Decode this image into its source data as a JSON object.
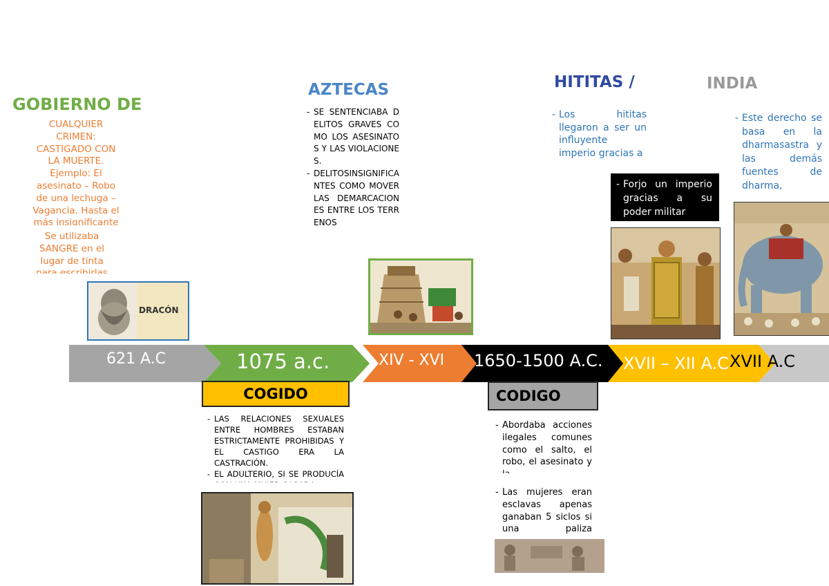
{
  "colors": {
    "green": "#70ad47",
    "orange_text": "#ed7d31",
    "blue": "#2e75b6",
    "indigo": "#2f4a9e",
    "gray_heading": "#9a9a9a",
    "yellow": "#ffc000",
    "gray_band": "#a5a5a5",
    "black": "#000000"
  },
  "timeline": [
    {
      "id": "1",
      "label": "621 A.C",
      "color": "#a5a5a5",
      "text_color": "#ffffff"
    },
    {
      "id": "2",
      "label": "1075 a.c.",
      "color": "#70ad47",
      "text_color": "#ffffff"
    },
    {
      "id": "3",
      "label": "XIV - XVI",
      "color": "#ed7d31",
      "text_color": "#ffffff"
    },
    {
      "id": "4",
      "label": "1650-1500 A.C.",
      "color": "#000000",
      "text_color": "#ffffff"
    },
    {
      "id": "5",
      "label": "XVII – XII A.C",
      "color": "#ffc000",
      "text_color": "#ffffff"
    },
    {
      "id": "6",
      "label": "XVII A.C",
      "color": "#c8c8c8",
      "text_color": "#000000"
    }
  ],
  "draco": {
    "title": "GOBIERNO DE",
    "text1": "CUALQUIER CRIMEN: CASTIGADO CON LA MUERTE. Ejemplo: El asesinato – Robo de una lechuga – Vagancia. Hasta el más insignificante",
    "text2": "Se utilizaba SANGRE en el lugar de tinta para escribirlas",
    "image_label": "DRACÓN",
    "image_icon": "draco-bust-image"
  },
  "hammurabi": {
    "label": "COGIDO",
    "bullets": [
      "LAS RELACIONES SEXUALES ENTRE HOMBRES ESTABAN ESTRICTAMENTE PROHIBIDAS Y EL CASTIGO ERA LA CASTRACIÓN.",
      "EL ADULTERIO, SI SE PRODUCÍA CON UNA MUJER CASADA"
    ],
    "image_icon": "mesopotamia-collage-image"
  },
  "aztecas": {
    "title": "AZTECAS",
    "bullets": [
      "SE SENTENCIABA DELITOS GRAVES COMO LOS ASESINATOS Y LAS VIOLACIONES.",
      "DELITOSINSIGNIFICANTES COMO MOVER LAS DEMARCACIONES ENTRE LOS TERRENOS"
    ],
    "image_icon": "aztec-temple-image"
  },
  "babilonia": {
    "label": "CODIGO",
    "bullets": [
      "Abordaba acciones ilegales comunes como el salto, el robo, el asesinato y la",
      "Las mujeres eran esclavas apenas ganaban 5 siclos si una paliza provocaba"
    ],
    "image_icon": "stone-relief-image"
  },
  "hititas": {
    "title": "HITITAS /",
    "bullet": "Los hititas llegaron a ser un influyente imperio gracias a",
    "box_bullet": "Forjo un imperio gracias a su poder militar",
    "image_icon": "hittite-warriors-image"
  },
  "india": {
    "title": "INDIA",
    "bullet": "Este derecho se basa en la dharmasastra y las demás fuentes de dharma,",
    "image_icon": "indian-elephant-painting-image"
  }
}
